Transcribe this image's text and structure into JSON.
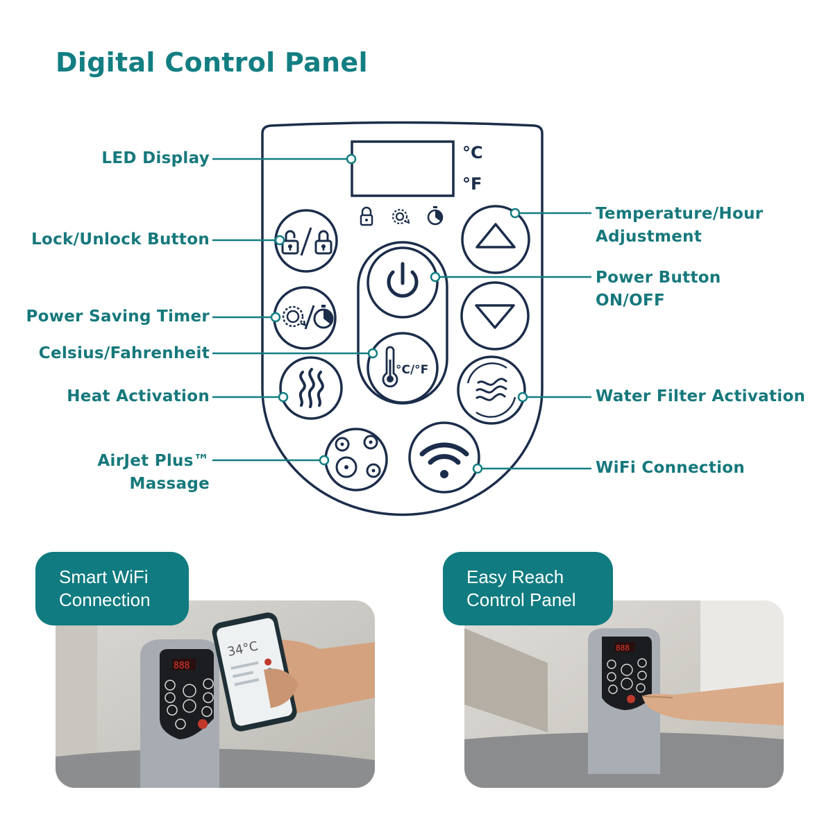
{
  "title": "Digital Control Panel",
  "display": {
    "celsius": "°C",
    "fahrenheit": "°F",
    "cf_button_text": "°C/°F"
  },
  "labels": {
    "led_display": "LED Display",
    "lock_unlock": "Lock/Unlock Button",
    "power_saving_timer": "Power Saving Timer",
    "celsius_fahrenheit": "Celsius/Fahrenheit",
    "heat_activation": "Heat Activation",
    "airjet_line1": "AirJet Plus™",
    "airjet_line2": "Massage",
    "temp_hour_line1": "Temperature/Hour",
    "temp_hour_line2": "Adjustment",
    "power_line1": "Power Button",
    "power_line2": "ON/OFF",
    "water_filter": "Water Filter Activation",
    "wifi": "WiFi Connection"
  },
  "tags": {
    "smart_wifi_line1": "Smart WiFi",
    "smart_wifi_line2": "Connection",
    "easy_reach_line1": "Easy Reach",
    "easy_reach_line2": "Control Panel"
  },
  "photos": {
    "left_display": "888",
    "left_phone_temp": "34°C",
    "right_display": "888"
  },
  "colors": {
    "accent": "#127e82",
    "navy": "#1b2d4a",
    "tag_bg": "#107b80"
  }
}
